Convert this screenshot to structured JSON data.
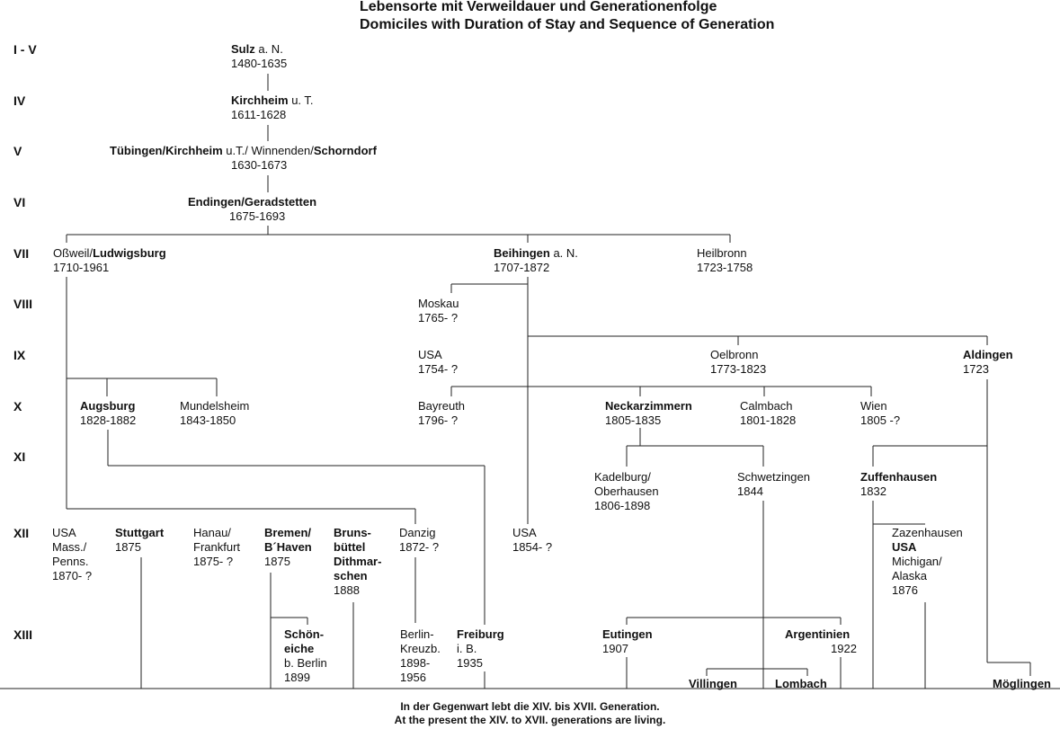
{
  "title": {
    "de": "Lebensorte mit Verweildauer und Generationenfolge",
    "en": "Domiciles with Duration of Stay and Sequence of Generation"
  },
  "generations": [
    "I - V",
    "IV",
    "V",
    "VI",
    "VII",
    "VIII",
    "IX",
    "X",
    "XI",
    "XII",
    "XIII"
  ],
  "nodes": {
    "sulz": {
      "bold": "Sulz",
      "rest": " a. N.",
      "years": "1480-1635"
    },
    "kirchheim": {
      "bold": "Kirchheim",
      "rest": " u. T.",
      "years": "1611-1628"
    },
    "tuebingen": {
      "bold1": "Tübingen/Kirchheim",
      "mid": " u.T./ Winnenden/",
      "bold2": "Schorndorf",
      "years": "1630-1673"
    },
    "endingen": {
      "bold": "Endingen/Geradstetten",
      "years": "1675-1693"
    },
    "ludwigsburg": {
      "pre": "Oßweil/",
      "bold": "Ludwigsburg",
      "years": "1710-1961"
    },
    "beihingen": {
      "bold": "Beihingen",
      "rest": " a. N.",
      "years": "1707-1872"
    },
    "heilbronn": {
      "name": "Heilbronn",
      "years": "1723-1758"
    },
    "moskau": {
      "name": "Moskau",
      "years": "1765- ?"
    },
    "usa9": {
      "name": "USA",
      "years": "1754- ?"
    },
    "oelbronn": {
      "name": "Oelbronn",
      "years": "1773-1823"
    },
    "aldingen": {
      "bold": "Aldingen",
      "years": "1723"
    },
    "augsburg": {
      "bold": "Augsburg",
      "years": "1828-1882"
    },
    "mundelsheim": {
      "name": "Mundelsheim",
      "years": "1843-1850"
    },
    "bayreuth": {
      "name": "Bayreuth",
      "years": "1796- ?"
    },
    "neckarzimmern": {
      "bold": "Neckarzimmern",
      "years": "1805-1835"
    },
    "calmbach": {
      "name": "Calmbach",
      "years": "1801-1828"
    },
    "wien": {
      "name": "Wien",
      "years": "1805 -?"
    },
    "kadelburg": {
      "l1": "Kadelburg/",
      "l2": "Oberhausen",
      "years": "1806-1898"
    },
    "schwetzingen": {
      "name": "Schwetzingen",
      "years": "1844"
    },
    "zuffenhausen": {
      "bold": "Zuffenhausen",
      "years": "1832"
    },
    "usa12a": {
      "l1": "USA",
      "l2": "Mass./",
      "l3": "Penns.",
      "years": "1870- ?"
    },
    "stuttgart": {
      "bold": "Stuttgart",
      "years": "1875"
    },
    "hanau": {
      "l1": "Hanau/",
      "l2": "Frankfurt",
      "years": "1875- ?"
    },
    "bremen": {
      "b1": "Bremen/",
      "b2": "B´Haven",
      "years": "1875"
    },
    "brunsbuettel": {
      "b1": "Bruns-",
      "b2": "büttel",
      "b3": "Dithmar-",
      "b4": "schen",
      "years": "1888"
    },
    "danzig": {
      "name": "Danzig",
      "years": "1872- ?"
    },
    "usa12b": {
      "name": "USA",
      "years": "1854- ?"
    },
    "zazenhausen": {
      "l1": "Zazenhausen",
      "b": "USA",
      "l3": "Michigan/",
      "l4": "Alaska",
      "years": "1876"
    },
    "schoeneiche": {
      "b1": "Schön-",
      "b2": "eiche",
      "l3": "b. Berlin",
      "years": "1899"
    },
    "berlin": {
      "l1": "Berlin-",
      "l2": "Kreuzb.",
      "l3": "1898-",
      "years": "1956"
    },
    "freiburg": {
      "bold": "Freiburg",
      "rest": "i. B.",
      "years": "1935"
    },
    "eutingen": {
      "bold": "Eutingen",
      "years": "1907"
    },
    "argentinien": {
      "bold": "Argentinien",
      "years": "1922"
    },
    "villingen": {
      "bold": "Villingen"
    },
    "lombach": {
      "bold": "Lombach"
    },
    "moeglingen": {
      "bold": "Möglingen"
    }
  },
  "footer": {
    "de": "In der Gegenwart lebt die XIV. bis XVII. Generation.",
    "en": "At the present the XIV. to XVII. generations are living."
  }
}
